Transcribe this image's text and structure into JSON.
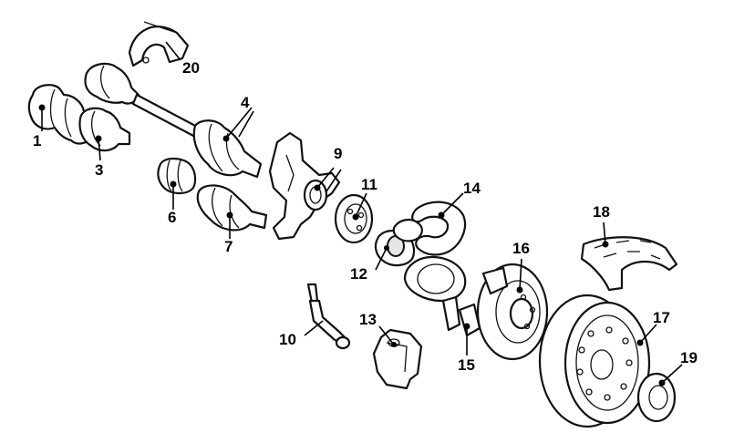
{
  "callouts": [
    {
      "id": "1",
      "text": "1"
    },
    {
      "id": "3",
      "text": "3"
    },
    {
      "id": "4",
      "text": "4"
    },
    {
      "id": "6",
      "text": "6"
    },
    {
      "id": "7",
      "text": "7"
    },
    {
      "id": "9",
      "text": "9"
    },
    {
      "id": "10",
      "text": "10"
    },
    {
      "id": "11",
      "text": "11"
    },
    {
      "id": "12",
      "text": "12"
    },
    {
      "id": "13",
      "text": "13"
    },
    {
      "id": "14",
      "text": "14"
    },
    {
      "id": "15",
      "text": "15"
    },
    {
      "id": "16",
      "text": "16"
    },
    {
      "id": "17",
      "text": "17"
    },
    {
      "id": "18",
      "text": "18"
    },
    {
      "id": "19",
      "text": "19"
    },
    {
      "id": "20",
      "text": "20"
    }
  ],
  "colors": {
    "line": "#111111",
    "background": "#ffffff"
  }
}
